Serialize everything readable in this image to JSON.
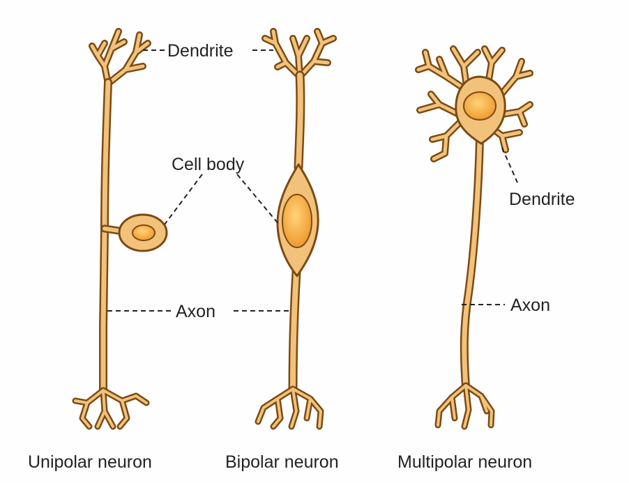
{
  "labels": {
    "dendrite_top": "Dendrite",
    "cell_body": "Cell body",
    "axon_center": "Axon",
    "dendrite_right": "Dendrite",
    "axon_right": "Axon"
  },
  "captions": {
    "unipolar": "Unipolar neuron",
    "bipolar": "Bipolar neuron",
    "multipolar": "Multipolar neuron"
  },
  "colors": {
    "cytoplasm": "#f2c27a",
    "outline": "#7a4a14",
    "nucleus": "#f5a93e",
    "text": "#222222"
  }
}
